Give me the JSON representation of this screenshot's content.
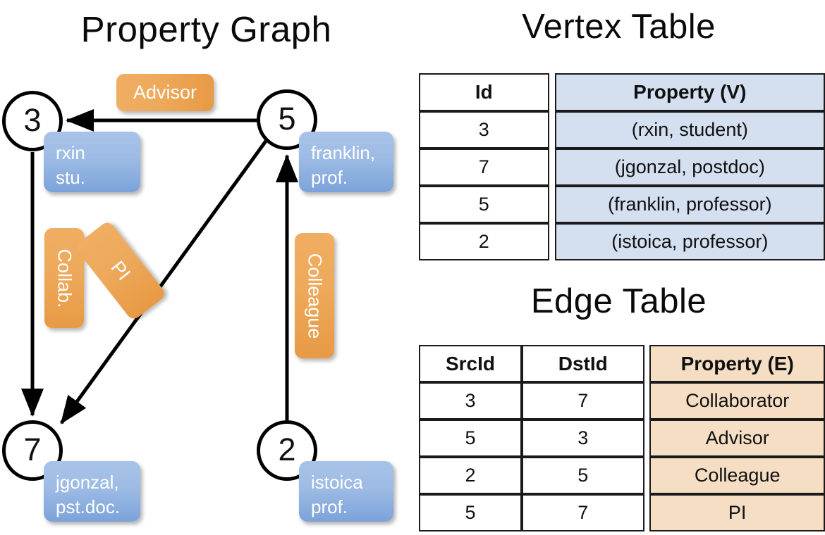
{
  "titles": {
    "property_graph": "Property Graph",
    "vertex_table": "Vertex Table",
    "edge_table": "Edge Table"
  },
  "graph": {
    "nodes": [
      {
        "id": "3",
        "prop_line1": "rxin",
        "prop_line2": "stu."
      },
      {
        "id": "5",
        "prop_line1": "franklin,",
        "prop_line2": "prof."
      },
      {
        "id": "7",
        "prop_line1": "jgonzal,",
        "prop_line2": "pst.doc."
      },
      {
        "id": "2",
        "prop_line1": "istoica",
        "prop_line2": "prof."
      }
    ],
    "edge_labels": [
      {
        "name": "advisor",
        "text": "Advisor"
      },
      {
        "name": "collab",
        "text": "Collab."
      },
      {
        "name": "pi",
        "text": "PI"
      },
      {
        "name": "colleague",
        "text": "Colleague"
      }
    ],
    "colors": {
      "vertex_property_box": "#9dbbe4",
      "edge_label_box": "#eeaa5c",
      "stroke": "#000000"
    }
  },
  "vertex_table": {
    "headers": [
      "Id",
      "Property (V)"
    ],
    "rows": [
      {
        "id": "3",
        "property": "(rxin, student)"
      },
      {
        "id": "7",
        "property": "(jgonzal, postdoc)"
      },
      {
        "id": "5",
        "property": "(franklin, professor)"
      },
      {
        "id": "2",
        "property": "(istoica, professor)"
      }
    ],
    "header_fill": "#d4dff0"
  },
  "edge_table": {
    "headers": [
      "SrcId",
      "DstId",
      "Property (E)"
    ],
    "rows": [
      {
        "src": "3",
        "dst": "7",
        "property": "Collaborator"
      },
      {
        "src": "5",
        "dst": "3",
        "property": "Advisor"
      },
      {
        "src": "2",
        "dst": "5",
        "property": "Colleague"
      },
      {
        "src": "5",
        "dst": "7",
        "property": "PI"
      }
    ],
    "header_fill": "#f5dec4"
  }
}
